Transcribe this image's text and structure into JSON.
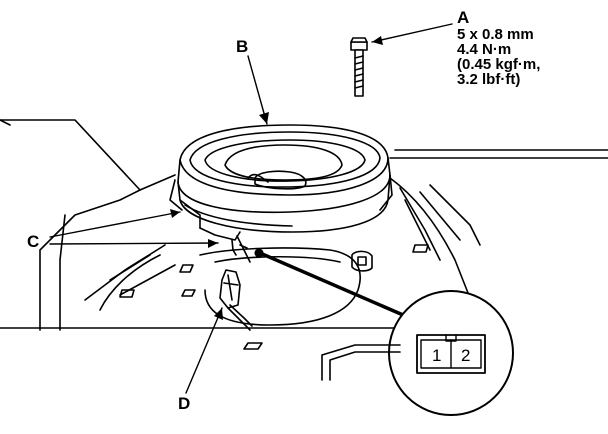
{
  "callouts": {
    "a": "A",
    "b": "B",
    "c": "C",
    "d": "D"
  },
  "spec_lines": [
    "5 x 0.8 mm",
    "4.4 N·m",
    "(0.45 kgf·m,",
    "3.2 lbf·ft)"
  ],
  "connector": {
    "pins": [
      "1",
      "2"
    ]
  }
}
